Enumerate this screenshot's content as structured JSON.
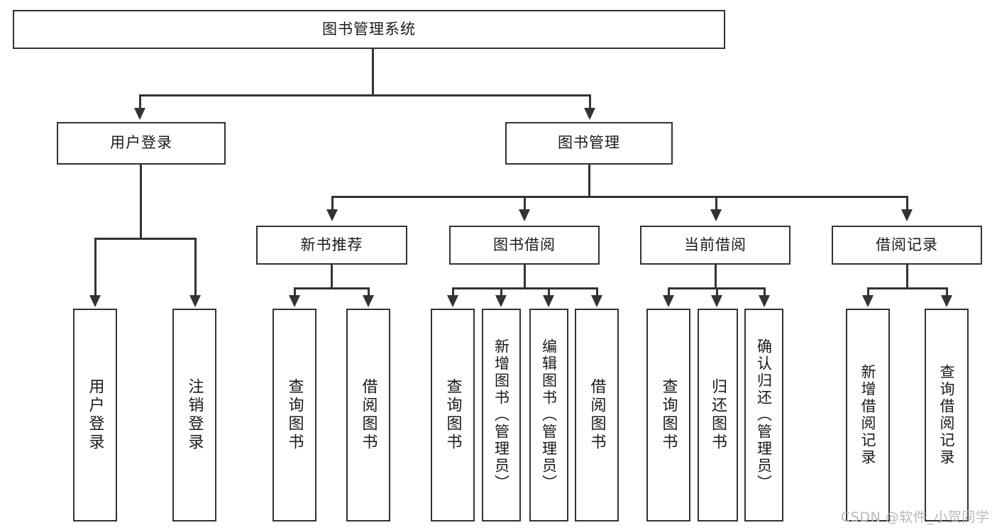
{
  "diagram": {
    "title_box": {
      "label": "图书管理系统"
    },
    "level2": [
      {
        "id": "user-login",
        "label": "用户登录"
      },
      {
        "id": "book-manage",
        "label": "图书管理"
      }
    ],
    "level3": [
      {
        "id": "new-book-recommend",
        "label": "新书推荐"
      },
      {
        "id": "book-borrow",
        "label": "图书借阅"
      },
      {
        "id": "current-borrow",
        "label": "当前借阅"
      },
      {
        "id": "borrow-record",
        "label": "借阅记录"
      }
    ],
    "leaves": [
      {
        "id": "leaf-user-login",
        "label": "用户登录"
      },
      {
        "id": "leaf-logout-login",
        "label": "注销登录"
      },
      {
        "id": "leaf-query-book-1",
        "label": "查询图书"
      },
      {
        "id": "leaf-borrow-book-1",
        "label": "借阅图书"
      },
      {
        "id": "leaf-query-book-2",
        "label": "查询图书"
      },
      {
        "id": "leaf-add-book-admin",
        "label": "新增图书（管理员）"
      },
      {
        "id": "leaf-edit-book-admin",
        "label": "编辑图书（管理员）"
      },
      {
        "id": "leaf-borrow-book-2",
        "label": "借阅图书"
      },
      {
        "id": "leaf-query-book-3",
        "label": "查询图书"
      },
      {
        "id": "leaf-return-book",
        "label": "归还图书"
      },
      {
        "id": "leaf-confirm-return-admin",
        "label": "确认归还（管理员）"
      },
      {
        "id": "leaf-add-borrow-record",
        "label": "新增借阅记录"
      },
      {
        "id": "leaf-query-borrow-record",
        "label": "查询借阅记录"
      }
    ],
    "watermark": "CSDN @软件_小贺同学",
    "colors": {
      "border": "#333333",
      "background": "#ffffff",
      "text": "#1a1a1a",
      "watermark": "#b9b9b9"
    }
  }
}
